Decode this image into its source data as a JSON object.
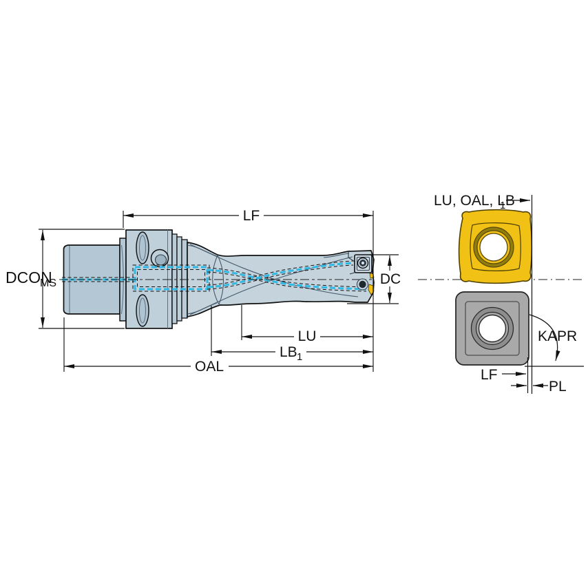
{
  "figure": {
    "type": "technical-dimension-drawing",
    "description": "Indexable insert drill with coupling shank, side view with dimensions, plus peripheral and central insert views",
    "colors": {
      "tool_body": "#c5d3dd",
      "shank_body": "#b3c7d4",
      "flange_body": "#bfd0db",
      "coolant_channel": "#2fb9e4",
      "insert_yellow": "#f1c115",
      "insert_yellow_ring": "#917d0d",
      "insert_gray": "#a9a9a9",
      "line": "#111111"
    },
    "tool_view": {
      "dimension_labels": {
        "lf": "LF",
        "dcon": "DCON",
        "dcon_subscript": "MS",
        "dc": "DC",
        "lu": "LU",
        "lb": "LB",
        "lb_subscript": "1",
        "oal": "OAL"
      }
    },
    "insert_view": {
      "labels": {
        "axial_refs": "LU, OAL, LB",
        "axial_refs_subscript": "1",
        "kapr": "KAPR",
        "lf": "LF",
        "pl": "PL"
      }
    }
  }
}
